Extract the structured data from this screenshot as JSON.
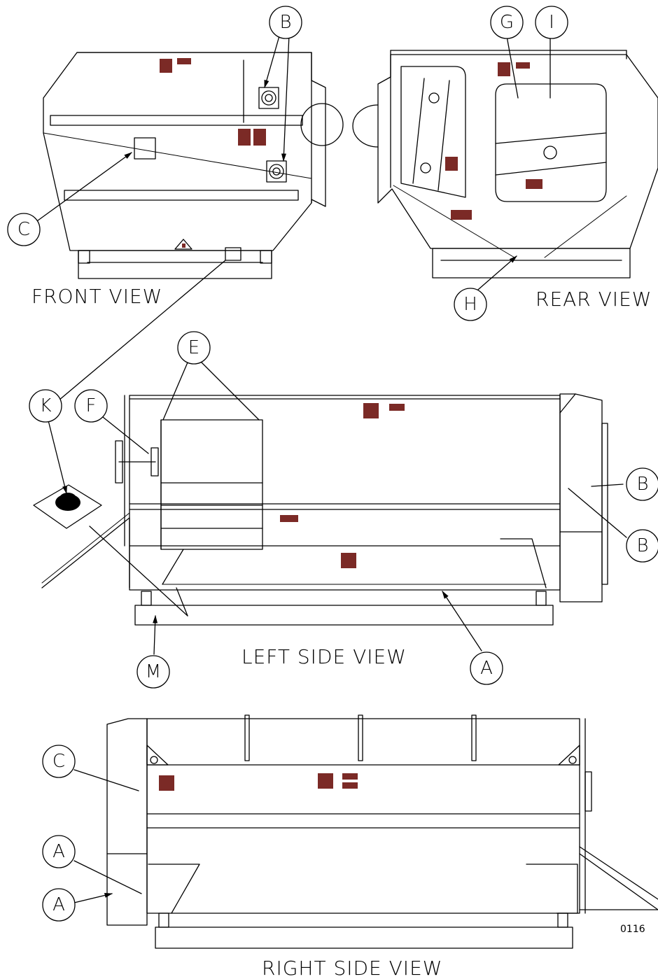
{
  "views": {
    "front": "FRONT VIEW",
    "rear": "REAR VIEW",
    "left_side": "LEFT SIDE VIEW",
    "right_side": "RIGHT SIDE VIEW"
  },
  "drawing_code": "0116",
  "callouts": {
    "front_b": "B",
    "front_c": "C",
    "rear_g": "G",
    "rear_i": "I",
    "rear_h": "H",
    "left_e": "E",
    "left_f": "F",
    "left_k": "K",
    "left_b1": "B",
    "left_b2": "B",
    "left_m": "M",
    "left_a": "A",
    "right_c": "C",
    "right_a1": "A",
    "right_a2": "A"
  },
  "colors": {
    "decal": "#7b2a26",
    "line": "#000000",
    "background": "#ffffff"
  }
}
